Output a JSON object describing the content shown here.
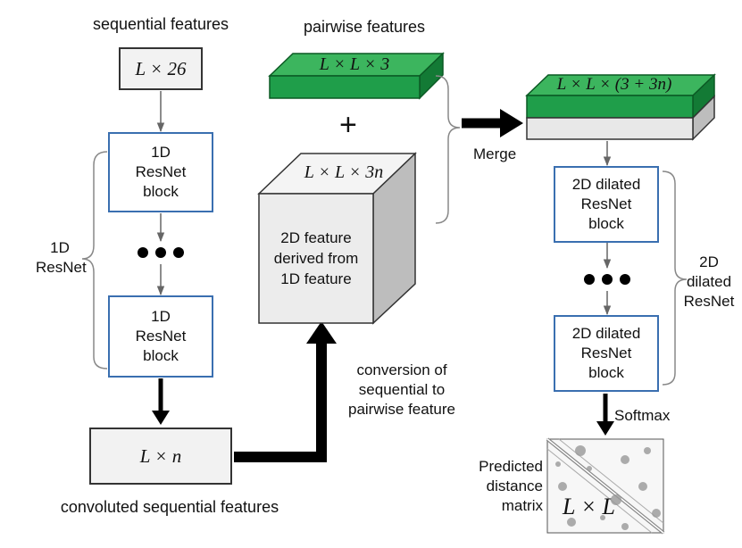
{
  "labels": {
    "sequential_features": "sequential features",
    "pairwise_features": "pairwise features",
    "convoluted_features": "convoluted sequential features",
    "merge": "Merge",
    "softmax": "Softmax",
    "plus": "+",
    "resnet_1d_brace": [
      "1D",
      "ResNet"
    ],
    "dilated_brace": [
      "2D",
      "dilated",
      "ResNet"
    ],
    "conversion": [
      "conversion of",
      "sequential to",
      "pairwise feature"
    ],
    "predicted": [
      "Predicted",
      "distance",
      "matrix"
    ]
  },
  "boxes": {
    "input_seq": "L × 26",
    "conv_seq": "L × n",
    "pairwise_input": "L × L × 3",
    "cube_top": "L × L × 3n",
    "cube_front": [
      "2D feature",
      "derived from",
      "1D feature"
    ],
    "merged": "L × L × (3 + 3n)",
    "resnet_1d_top": [
      "1D",
      "ResNet",
      "block"
    ],
    "resnet_1d_bottom": [
      "1D",
      "ResNet",
      "block"
    ],
    "dilated_top": [
      "2D dilated",
      "ResNet",
      "block"
    ],
    "dilated_bottom": [
      "2D dilated",
      "ResNet",
      "block"
    ],
    "distance_matrix": "L × L"
  },
  "colors": {
    "green": "#1f9e4a",
    "green_top": "#3cb55e",
    "green_side": "#137a35",
    "gray": "#e8e8e8",
    "block_border": "#3a6fb0",
    "arrow": "#000000"
  }
}
